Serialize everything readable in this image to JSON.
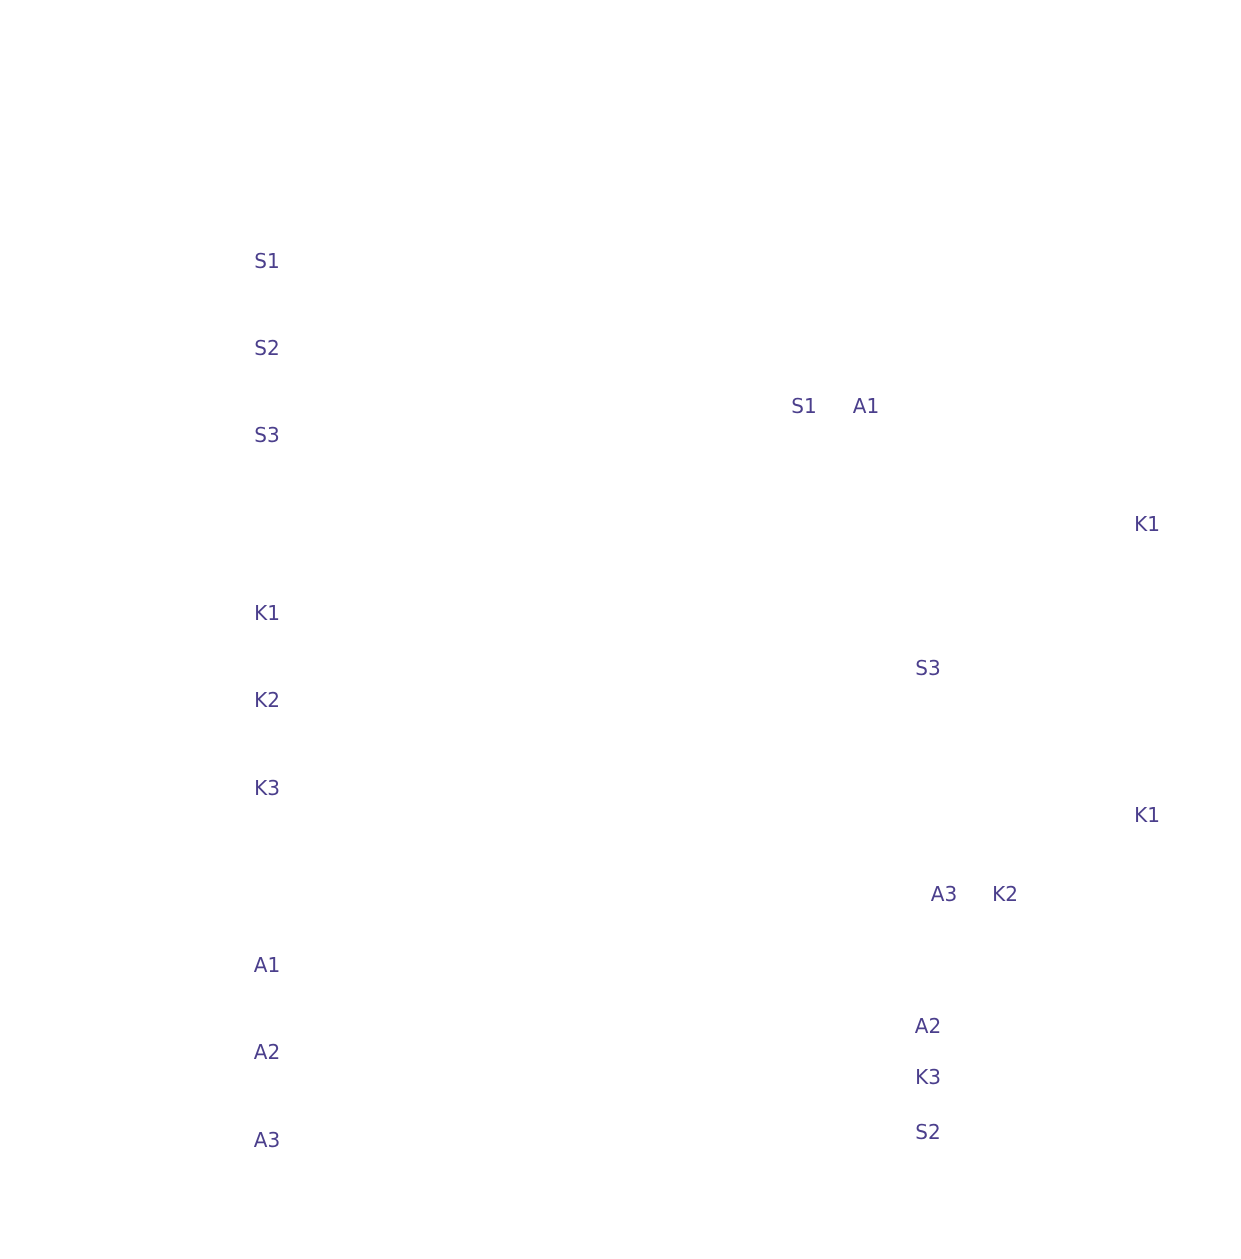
{
  "colors": {
    "label": "#4b3f8c",
    "background": "#ffffff"
  },
  "left_column": {
    "labels": [
      "S1",
      "S2",
      "S3",
      "K1",
      "K2",
      "K3",
      "A1",
      "A2",
      "A3"
    ]
  },
  "right_nodes": {
    "labels": [
      "S1",
      "A1",
      "K1",
      "S3",
      "K1",
      "A3",
      "K2",
      "A2",
      "K3",
      "S2"
    ]
  }
}
